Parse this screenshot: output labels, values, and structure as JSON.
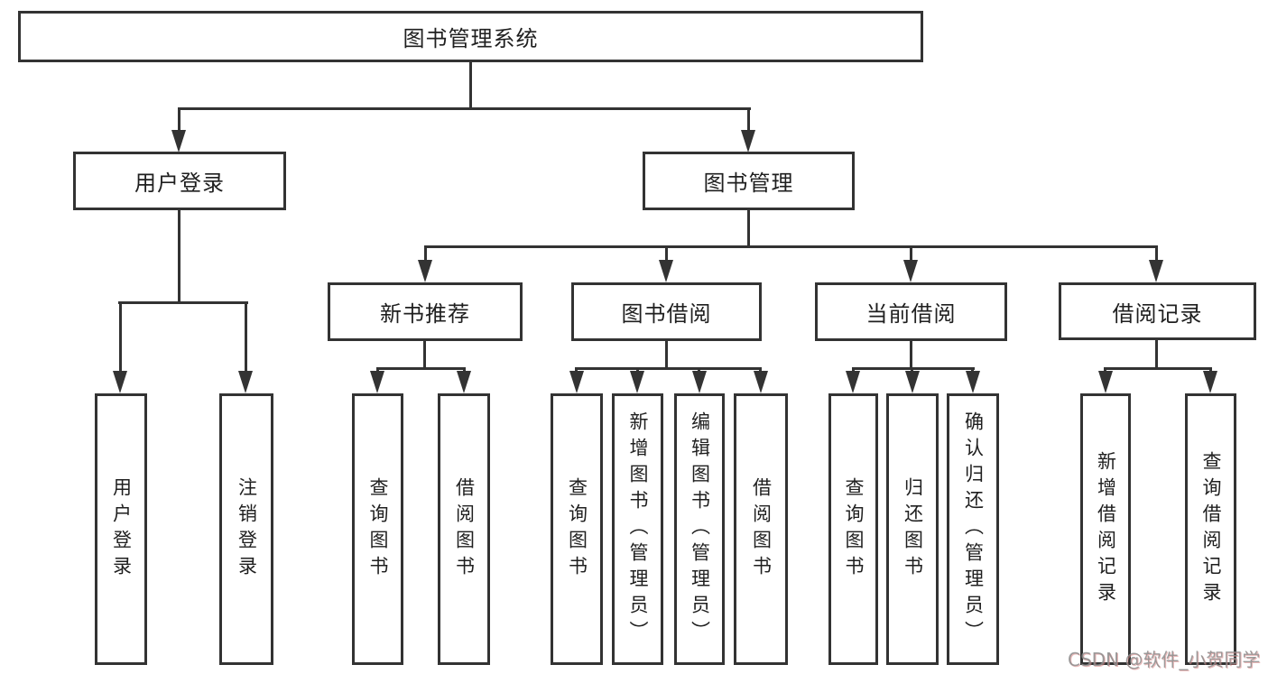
{
  "diagram_title": "图书管理系统",
  "tree": {
    "label": "图书管理系统",
    "children": [
      {
        "label": "用户登录",
        "children": [
          {
            "label": "用户登录"
          },
          {
            "label": "注销登录"
          }
        ]
      },
      {
        "label": "图书管理",
        "children": [
          {
            "label": "新书推荐",
            "children": [
              {
                "label": "查询图书"
              },
              {
                "label": "借阅图书"
              }
            ]
          },
          {
            "label": "图书借阅",
            "children": [
              {
                "label": "查询图书"
              },
              {
                "label": "新增图书（管理员）"
              },
              {
                "label": "编辑图书（管理员）"
              },
              {
                "label": "借阅图书"
              }
            ]
          },
          {
            "label": "当前借阅",
            "children": [
              {
                "label": "查询图书"
              },
              {
                "label": "归还图书"
              },
              {
                "label": "确认归还（管理员）"
              }
            ]
          },
          {
            "label": "借阅记录",
            "children": [
              {
                "label": "新增借阅记录"
              },
              {
                "label": "查询借阅记录"
              }
            ]
          }
        ]
      }
    ]
  },
  "watermark": {
    "text": "CSDN @软件_小贺同学"
  },
  "colors": {
    "line": "#333333",
    "text": "#1f1f1f",
    "background": "#ffffff",
    "watermark_gray": "#8c8c8c",
    "watermark_red": "#d88282"
  }
}
